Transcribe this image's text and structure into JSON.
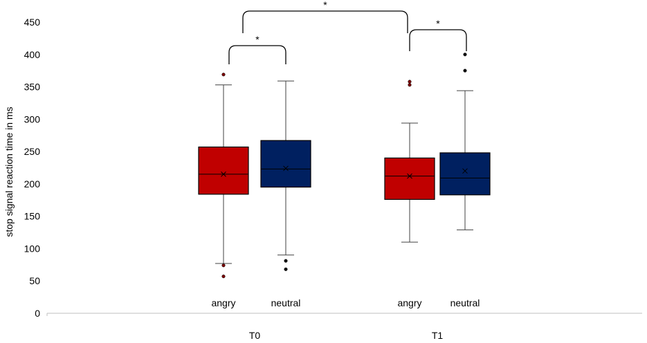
{
  "chart_data": {
    "type": "box",
    "title": "",
    "xlabel": "",
    "ylabel": "stop signal reaction time in ms",
    "ylim": [
      0,
      450
    ],
    "yticks": [
      0,
      50,
      100,
      150,
      200,
      250,
      300,
      350,
      400,
      450
    ],
    "grid": false,
    "groups": [
      "T0",
      "T1"
    ],
    "boxes": [
      {
        "group": "T0",
        "label": "angry",
        "color": "#c00000",
        "whisker_low": 77,
        "q1": 184,
        "median": 215,
        "q3": 257,
        "whisker_high": 353,
        "mean": 215,
        "outliers": [
          369,
          74,
          57
        ]
      },
      {
        "group": "T0",
        "label": "neutral",
        "color": "#002060",
        "whisker_low": 90,
        "q1": 195,
        "median": 223,
        "q3": 267,
        "whisker_high": 359,
        "mean": 224,
        "outliers": [
          81,
          68
        ]
      },
      {
        "group": "T1",
        "label": "angry",
        "color": "#c00000",
        "whisker_low": 110,
        "q1": 176,
        "median": 212,
        "q3": 240,
        "whisker_high": 294,
        "mean": 212,
        "outliers": [
          358,
          353
        ]
      },
      {
        "group": "T1",
        "label": "neutral",
        "color": "#002060",
        "whisker_low": 129,
        "q1": 183,
        "median": 209,
        "q3": 248,
        "whisker_high": 344,
        "mean": 220,
        "outliers": [
          400,
          375
        ]
      }
    ],
    "significance": [
      {
        "from": 0,
        "to": 1,
        "label": "*"
      },
      {
        "from": 2,
        "to": 3,
        "label": "*"
      },
      {
        "from": 0.5,
        "to": 2.5,
        "label": "*"
      }
    ]
  }
}
